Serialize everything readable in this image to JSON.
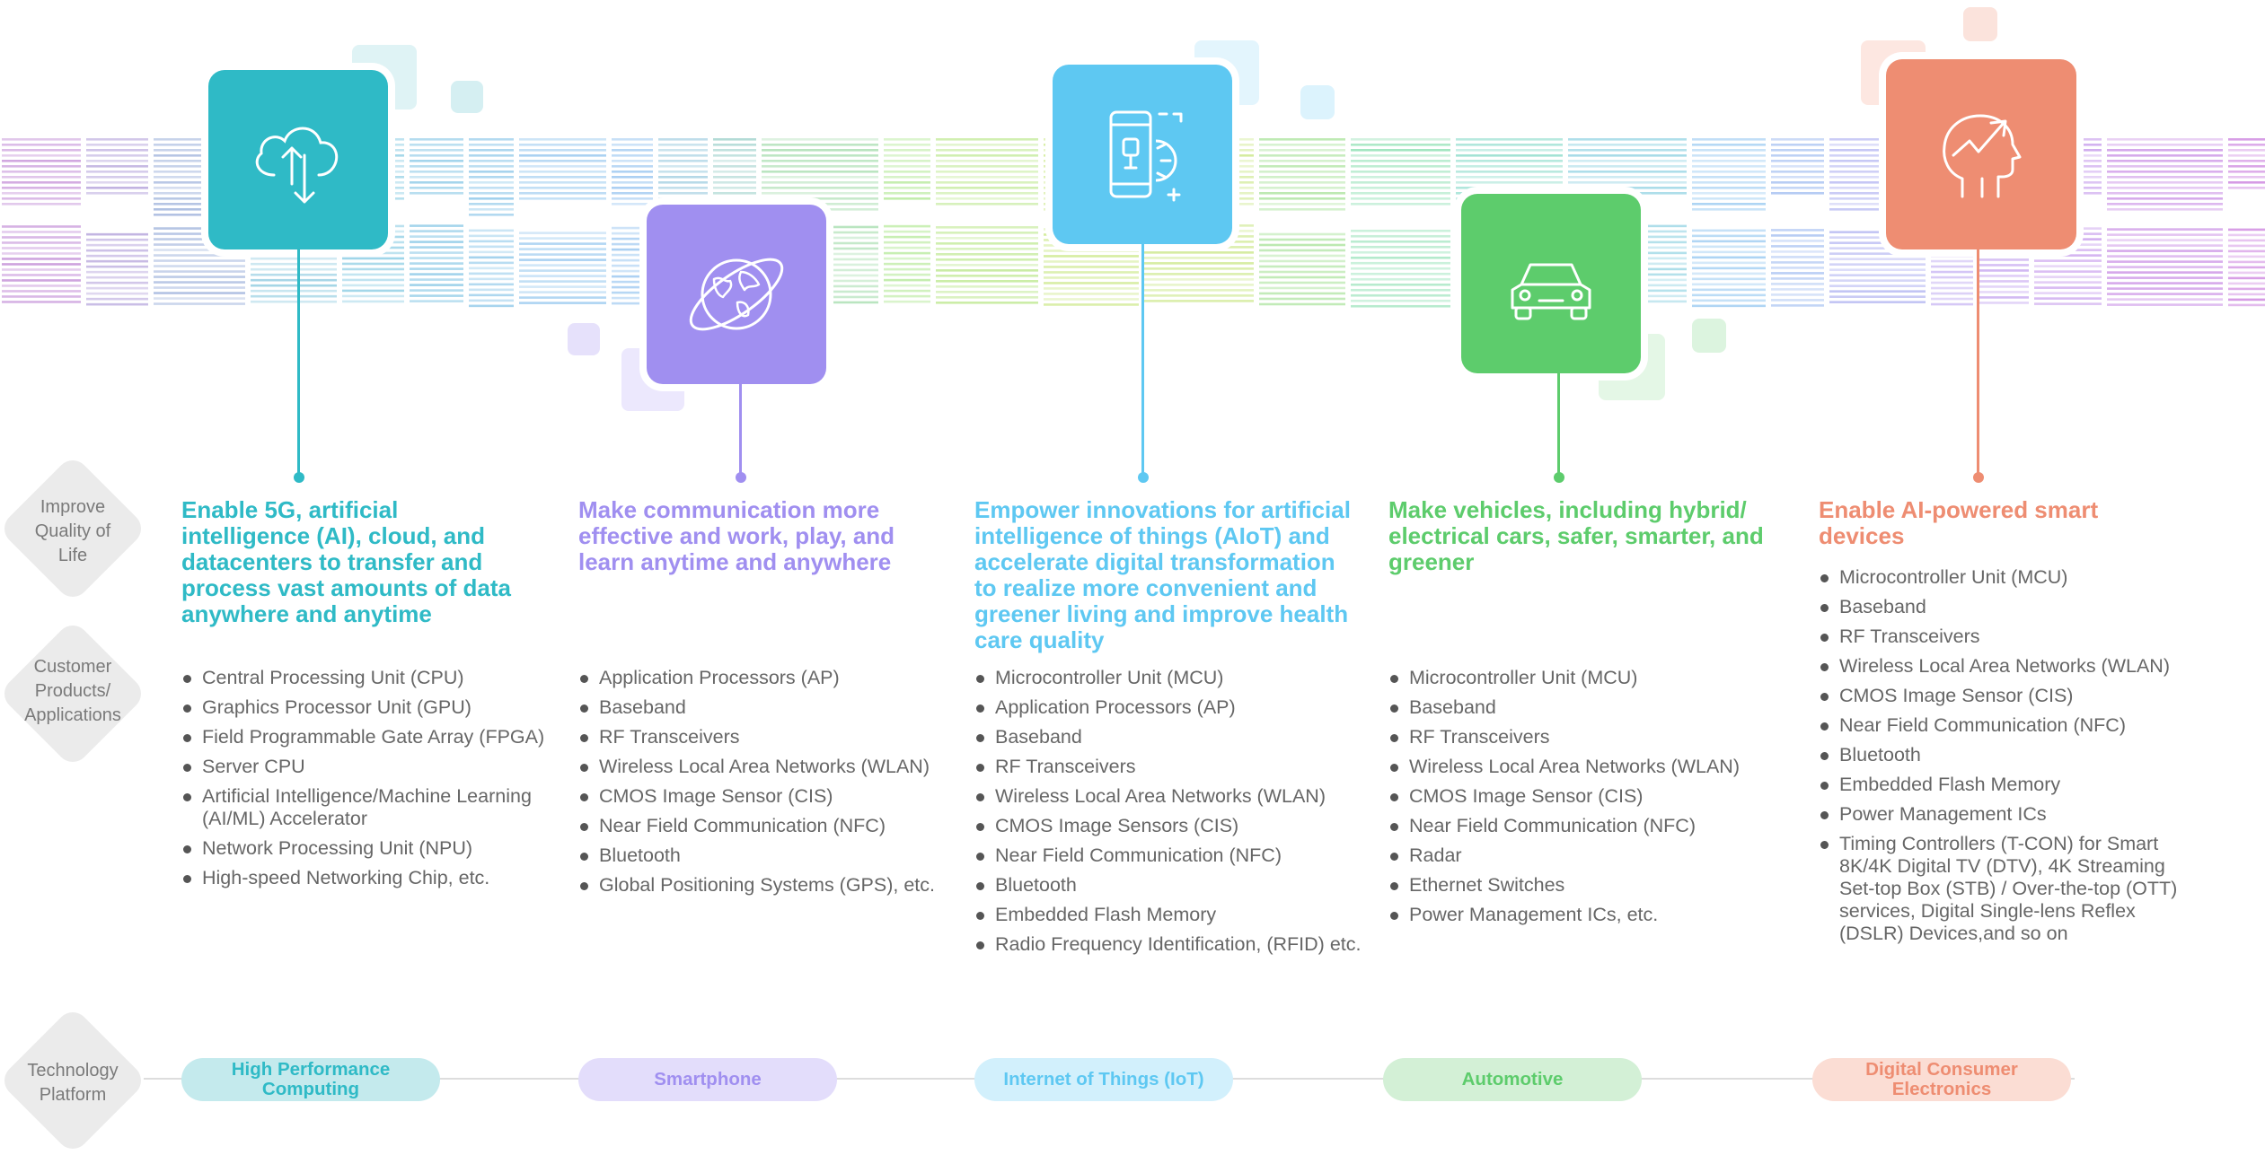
{
  "row_labels": {
    "quality": "Improve\nQuality of\nLife",
    "products": "Customer\nProducts/\nApplications",
    "platform": "Technology\nPlatform"
  },
  "columns": [
    {
      "key": "hpc",
      "icon": "cloud-upload-download-icon",
      "color": "#2fbac6",
      "light": "#c4eaed",
      "headline": "Enable 5G, artificial intelligence (AI), cloud, and datacenters to transfer and process vast amounts of data anywhere and anytime",
      "items": [
        "Central Processing Unit (CPU)",
        "Graphics Processor Unit (GPU)",
        "Field Programmable Gate Array (FPGA)",
        "Server CPU",
        "Artificial Intelligence/Machine Learning (AI/ML) Accelerator",
        "Network Processing Unit (NPU)",
        "High-speed Networking Chip, etc."
      ],
      "platform": "High Performance Computing"
    },
    {
      "key": "smartphone",
      "icon": "globe-orbit-icon",
      "color": "#a08ff0",
      "light": "#e3ddfb",
      "headline": "Make communication more effective and work, play, and learn anytime and anywhere",
      "items": [
        "Application Processors (AP)",
        "Baseband",
        "RF Transceivers",
        "Wireless Local Area Networks (WLAN)",
        "CMOS Image Sensor (CIS)",
        "Near Field Communication (NFC)",
        "Bluetooth",
        "Global Positioning Systems (GPS), etc."
      ],
      "platform": "Smartphone"
    },
    {
      "key": "iot",
      "icon": "smart-device-gear-icon",
      "color": "#5ec8f2",
      "light": "#d2f0fc",
      "headline": "Empower innovations for artificial intelligence of things (AIoT) and accelerate digital transformation to realize more convenient and greener living and improve health care quality",
      "items": [
        "Microcontroller Unit (MCU)",
        "Application Processors (AP)",
        "Baseband",
        "RF Transceivers",
        "Wireless Local Area Networks (WLAN)",
        "CMOS Image Sensors (CIS)",
        "Near Field Communication (NFC)",
        "Bluetooth",
        "Embedded Flash Memory",
        "Radio Frequency Identification, (RFID) etc."
      ],
      "platform": "Internet of Things (IoT)"
    },
    {
      "key": "automotive",
      "icon": "car-icon",
      "color": "#5dcc6c",
      "light": "#d3f0d6",
      "headline": "Make vehicles, including hybrid/ electrical cars, safer, smarter, and greener",
      "items": [
        "Microcontroller Unit (MCU)",
        "Baseband",
        "RF Transceivers",
        "Wireless Local Area Networks (WLAN)",
        "CMOS Image Sensor (CIS)",
        "Near Field Communication (NFC)",
        "Radar",
        "Ethernet Switches",
        "Power Management ICs, etc."
      ],
      "platform": "Automotive"
    },
    {
      "key": "dce",
      "icon": "ai-head-growth-icon",
      "color": "#ee8d72",
      "light": "#fbddd4",
      "headline": "Enable AI-powered smart devices",
      "items": [
        "Microcontroller Unit (MCU)",
        "Baseband",
        "RF Transceivers",
        "Wireless Local Area Networks (WLAN)",
        "CMOS Image Sensor (CIS)",
        "Near Field Communication (NFC)",
        "Bluetooth",
        "Embedded Flash Memory",
        "Power Management ICs",
        "Timing Controllers (T-CON) for Smart 8K/4K Digital TV (DTV), 4K Streaming Set-top Box (STB) / Over-the-top (OTT) services, Digital Single-lens Reflex (DSLR) Devices,and so on"
      ],
      "platform": "Digital Consumer Electronics"
    }
  ]
}
